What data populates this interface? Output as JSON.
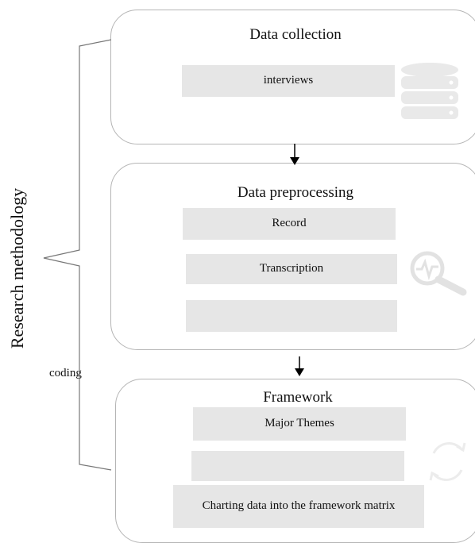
{
  "side_label": "Research methodology",
  "coding_label": "coding",
  "panels": [
    {
      "title": "Data collection",
      "boxes": [
        "interviews"
      ],
      "icon": "database-icon"
    },
    {
      "title": "Data preprocessing",
      "boxes": [
        "Record",
        "Transcription",
        ""
      ],
      "icon": "magnifier-pulse-icon"
    },
    {
      "title": "Framework",
      "boxes": [
        "Major Themes",
        "",
        "Charting data into the framework matrix"
      ],
      "icon": "refresh-cycle-icon"
    }
  ]
}
